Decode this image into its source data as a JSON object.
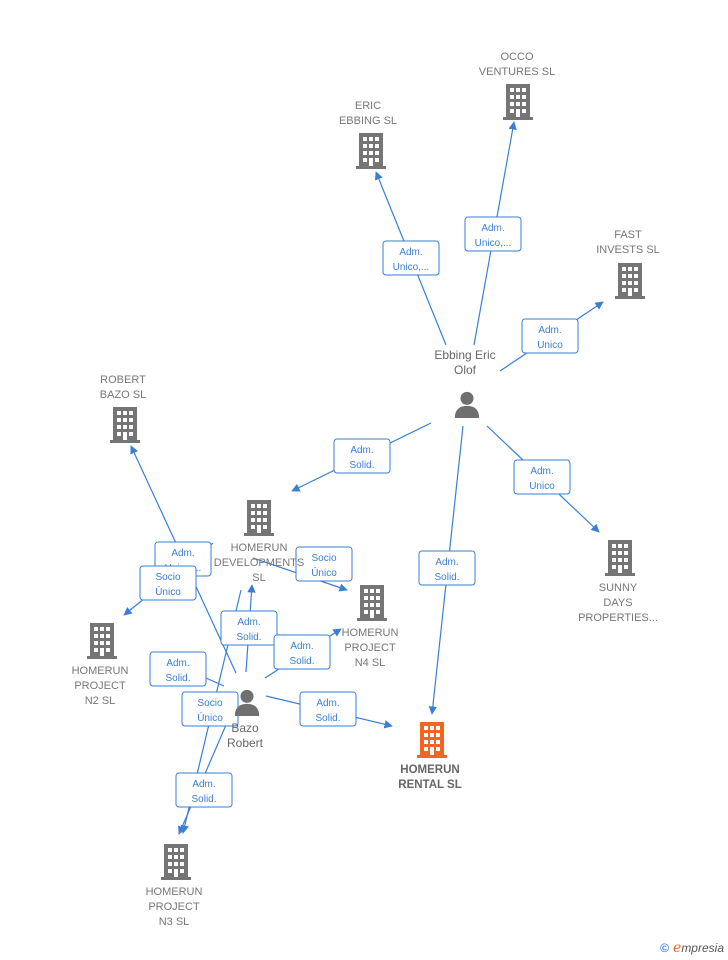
{
  "colors": {
    "edge": "#3a7fd5",
    "company": "#757575",
    "focus_company": "#f26522",
    "person": "#6f6f6f"
  },
  "companies": [
    {
      "id": "occo",
      "lines": [
        "OCCO",
        "VENTURES  SL"
      ],
      "focus": false
    },
    {
      "id": "eric",
      "lines": [
        "ERIC",
        "EBBING  SL"
      ],
      "focus": false
    },
    {
      "id": "fast",
      "lines": [
        "FAST",
        "INVESTS  SL"
      ],
      "focus": false
    },
    {
      "id": "robert",
      "lines": [
        "ROBERT",
        "BAZO  SL"
      ],
      "focus": false
    },
    {
      "id": "developments",
      "lines": [
        "HOMERUN",
        "DEVELOPMENTS",
        "SL"
      ],
      "focus": false
    },
    {
      "id": "sunny",
      "lines": [
        "SUNNY",
        "DAYS",
        "PROPERTIES..."
      ],
      "focus": false
    },
    {
      "id": "n4",
      "lines": [
        "HOMERUN",
        "PROJECT",
        "N4  SL"
      ],
      "focus": false
    },
    {
      "id": "n2",
      "lines": [
        "HOMERUN",
        "PROJECT",
        "N2  SL"
      ],
      "focus": false
    },
    {
      "id": "rental",
      "lines": [
        "HOMERUN",
        "RENTAL  SL"
      ],
      "focus": true
    },
    {
      "id": "n3",
      "lines": [
        "HOMERUN",
        "PROJECT",
        "N3  SL"
      ],
      "focus": false
    }
  ],
  "persons": [
    {
      "id": "ebbing",
      "lines": [
        "Ebbing Eric",
        "Olof"
      ]
    },
    {
      "id": "bazo",
      "lines": [
        "Bazo",
        "Robert"
      ]
    }
  ],
  "edges": [
    {
      "id": "e1",
      "from": "ebbing",
      "to": "eric",
      "lines": [
        "Adm.",
        "Unico,..."
      ]
    },
    {
      "id": "e2",
      "from": "ebbing",
      "to": "occo",
      "lines": [
        "Adm.",
        "Unico,..."
      ]
    },
    {
      "id": "e3",
      "from": "ebbing",
      "to": "fast",
      "lines": [
        "Adm.",
        "Unico"
      ]
    },
    {
      "id": "e4",
      "from": "ebbing",
      "to": "developments",
      "lines": [
        "Adm.",
        "Solid."
      ]
    },
    {
      "id": "e5",
      "from": "ebbing",
      "to": "sunny",
      "lines": [
        "Adm.",
        "Unico"
      ]
    },
    {
      "id": "e6",
      "from": "ebbing",
      "to": "rental",
      "lines": [
        "Adm.",
        "Solid."
      ]
    },
    {
      "id": "e7",
      "from": "bazo",
      "to": "robert",
      "lines": [
        "Adm.",
        "Unico,..."
      ]
    },
    {
      "id": "e8",
      "from": "developments",
      "to": "n2",
      "lines": [
        "Socio",
        "Único"
      ]
    },
    {
      "id": "e9",
      "from": "developments",
      "to": "n3",
      "lines": [
        "Socio",
        "Único"
      ]
    },
    {
      "id": "e10",
      "from": "bazo",
      "to": "developments",
      "lines": [
        "Adm.",
        "Solid."
      ]
    },
    {
      "id": "e11",
      "from": "bazo",
      "to": "n4",
      "lines": [
        "Adm.",
        "Solid."
      ]
    },
    {
      "id": "e12",
      "from": "bazo",
      "to": "n2",
      "lines": [
        "Adm.",
        "Solid."
      ]
    },
    {
      "id": "e13",
      "from": "bazo",
      "to": "rental",
      "lines": [
        "Adm.",
        "Solid."
      ]
    },
    {
      "id": "e14",
      "from": "bazo",
      "to": "n3",
      "lines": [
        "Adm.",
        "Solid."
      ]
    },
    {
      "id": "e15",
      "from": "developments",
      "to": "n4",
      "lines": [
        "Socio",
        "Único"
      ]
    }
  ],
  "brand": {
    "copyright": "©",
    "initial": "e",
    "rest": "mpresia"
  }
}
